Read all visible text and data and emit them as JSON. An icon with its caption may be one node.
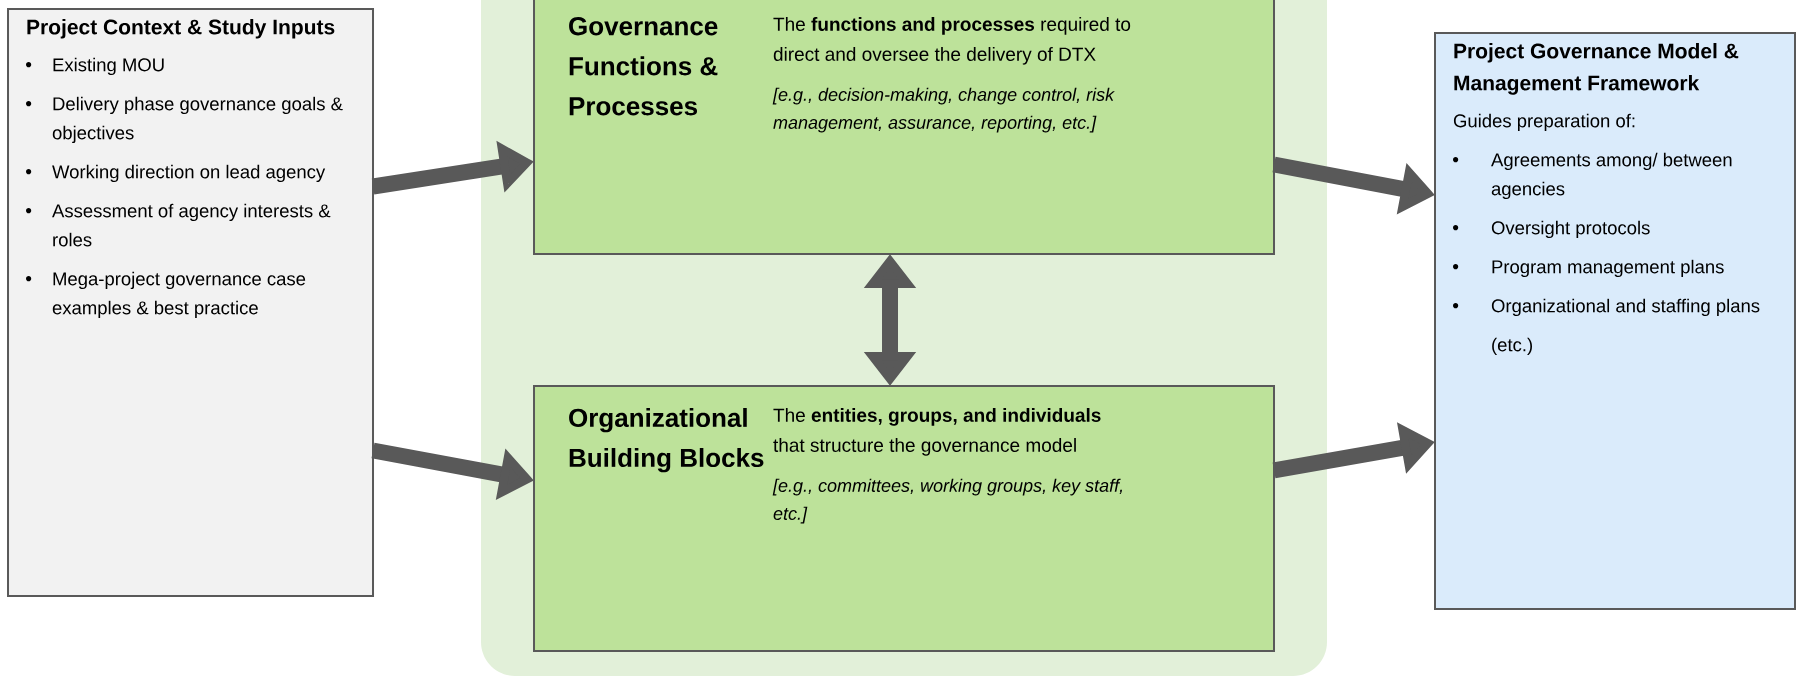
{
  "diagram": {
    "nodes": [
      {
        "text": [
          "Project Context & Study Inputs",
          "Existing MOU",
          "Delivery phase governance goals & objectives",
          "Working direction on lead agency",
          "Assessment of agency interests & roles",
          "Mega-project governance case examples & best practice"
        ]
      },
      {
        "text": [],
        "shape": "box"
      },
      {
        "text": [
          "Governance Functions & Processes",
          "The **functions and processes** required to direct and oversee the delivery of DTX",
          "[e.g., decision-making, change control, risk management, assurance, reporting, etc.]"
        ],
        "in": 1
      },
      {
        "text": [
          "Organizational Building Blocks",
          "The **entities, groups, and individuals** that structure the governance model",
          "[e.g., committees, working groups, key staff, etc.]"
        ],
        "in": 1
      },
      {
        "text": [
          "Project Governance Model & Management Framework",
          "Guides preparation of:",
          "Agreements among/ between agencies",
          "Oversight protocols",
          "Program management plans",
          "Organizational and staffing plans",
          "(etc.)"
        ]
      }
    ],
    "edges": [
      {
        "from": 0,
        "to": 2,
        "arrow": "to"
      },
      {
        "from": 0,
        "to": 3,
        "arrow": "to"
      },
      {
        "from": 2,
        "to": 3,
        "arrow": "both"
      },
      {
        "from": 2,
        "to": 4,
        "arrow": "to"
      },
      {
        "from": 3,
        "to": 4,
        "arrow": "to"
      }
    ]
  }
}
